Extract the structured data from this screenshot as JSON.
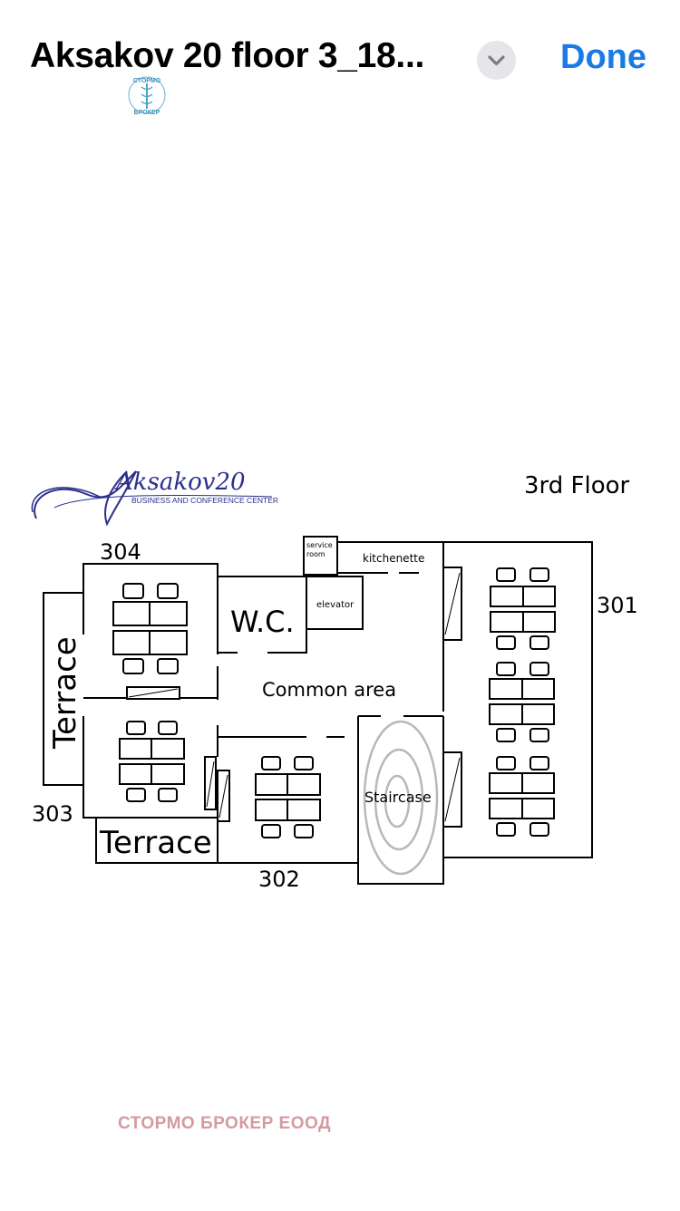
{
  "header": {
    "title": "Aksakov 20 floor 3_18...",
    "done_label": "Done",
    "chevron_icon": "chevron-down-icon",
    "accent": "#1a7ae6"
  },
  "plan": {
    "logo_text": "Aksakov20",
    "logo_subtitle": "BUSINESS AND CONFERENCE CENTER",
    "floor_title": "3rd Floor",
    "labels": {
      "r304": "304",
      "r301": "301",
      "r303": "303",
      "r302": "302",
      "wc": "W.C.",
      "service_room_1": "service",
      "service_room_2": "room",
      "kitchenette": "kitchenette",
      "elevator": "elevator",
      "common_area": "Common area",
      "staircase": "Staircase",
      "terrace_left": "Terrace",
      "terrace_bottom": "Terrace"
    }
  },
  "watermark": {
    "logo_text_top": "СТОРМО",
    "logo_text_bottom": "БРОКЕР",
    "footer_text": "СТОРМО БРОКЕР ЕООД",
    "color": "#d59aa0"
  }
}
